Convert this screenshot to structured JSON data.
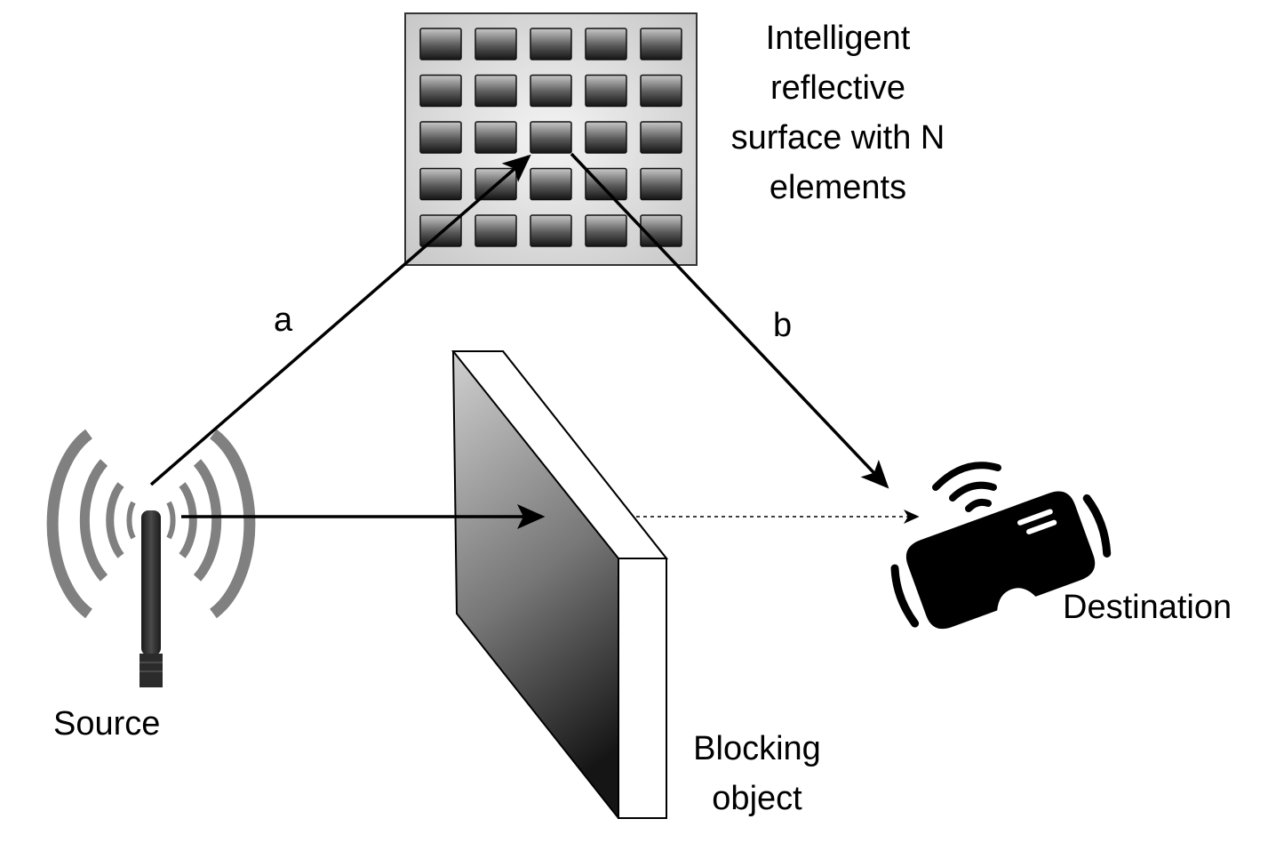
{
  "irs": {
    "label_lines": [
      "Intelligent",
      "reflective",
      "surface with N",
      "elements"
    ],
    "rows": 5,
    "cols": 5
  },
  "paths": {
    "a_label": "a",
    "b_label": "b"
  },
  "source": {
    "label": "Source"
  },
  "blocking": {
    "label_lines": [
      "Blocking",
      "object"
    ]
  },
  "destination": {
    "label": "Destination"
  },
  "colors": {
    "line": "#000000",
    "waves": "#808080",
    "antenna": "#2b2b2b",
    "irs_panel": "#dcdcdc",
    "irs_element_dark": "#1a1a1a",
    "irs_element_light": "#c8c8c8"
  },
  "icons": {
    "source": "antenna-icon",
    "destination": "vr-headset-icon"
  }
}
